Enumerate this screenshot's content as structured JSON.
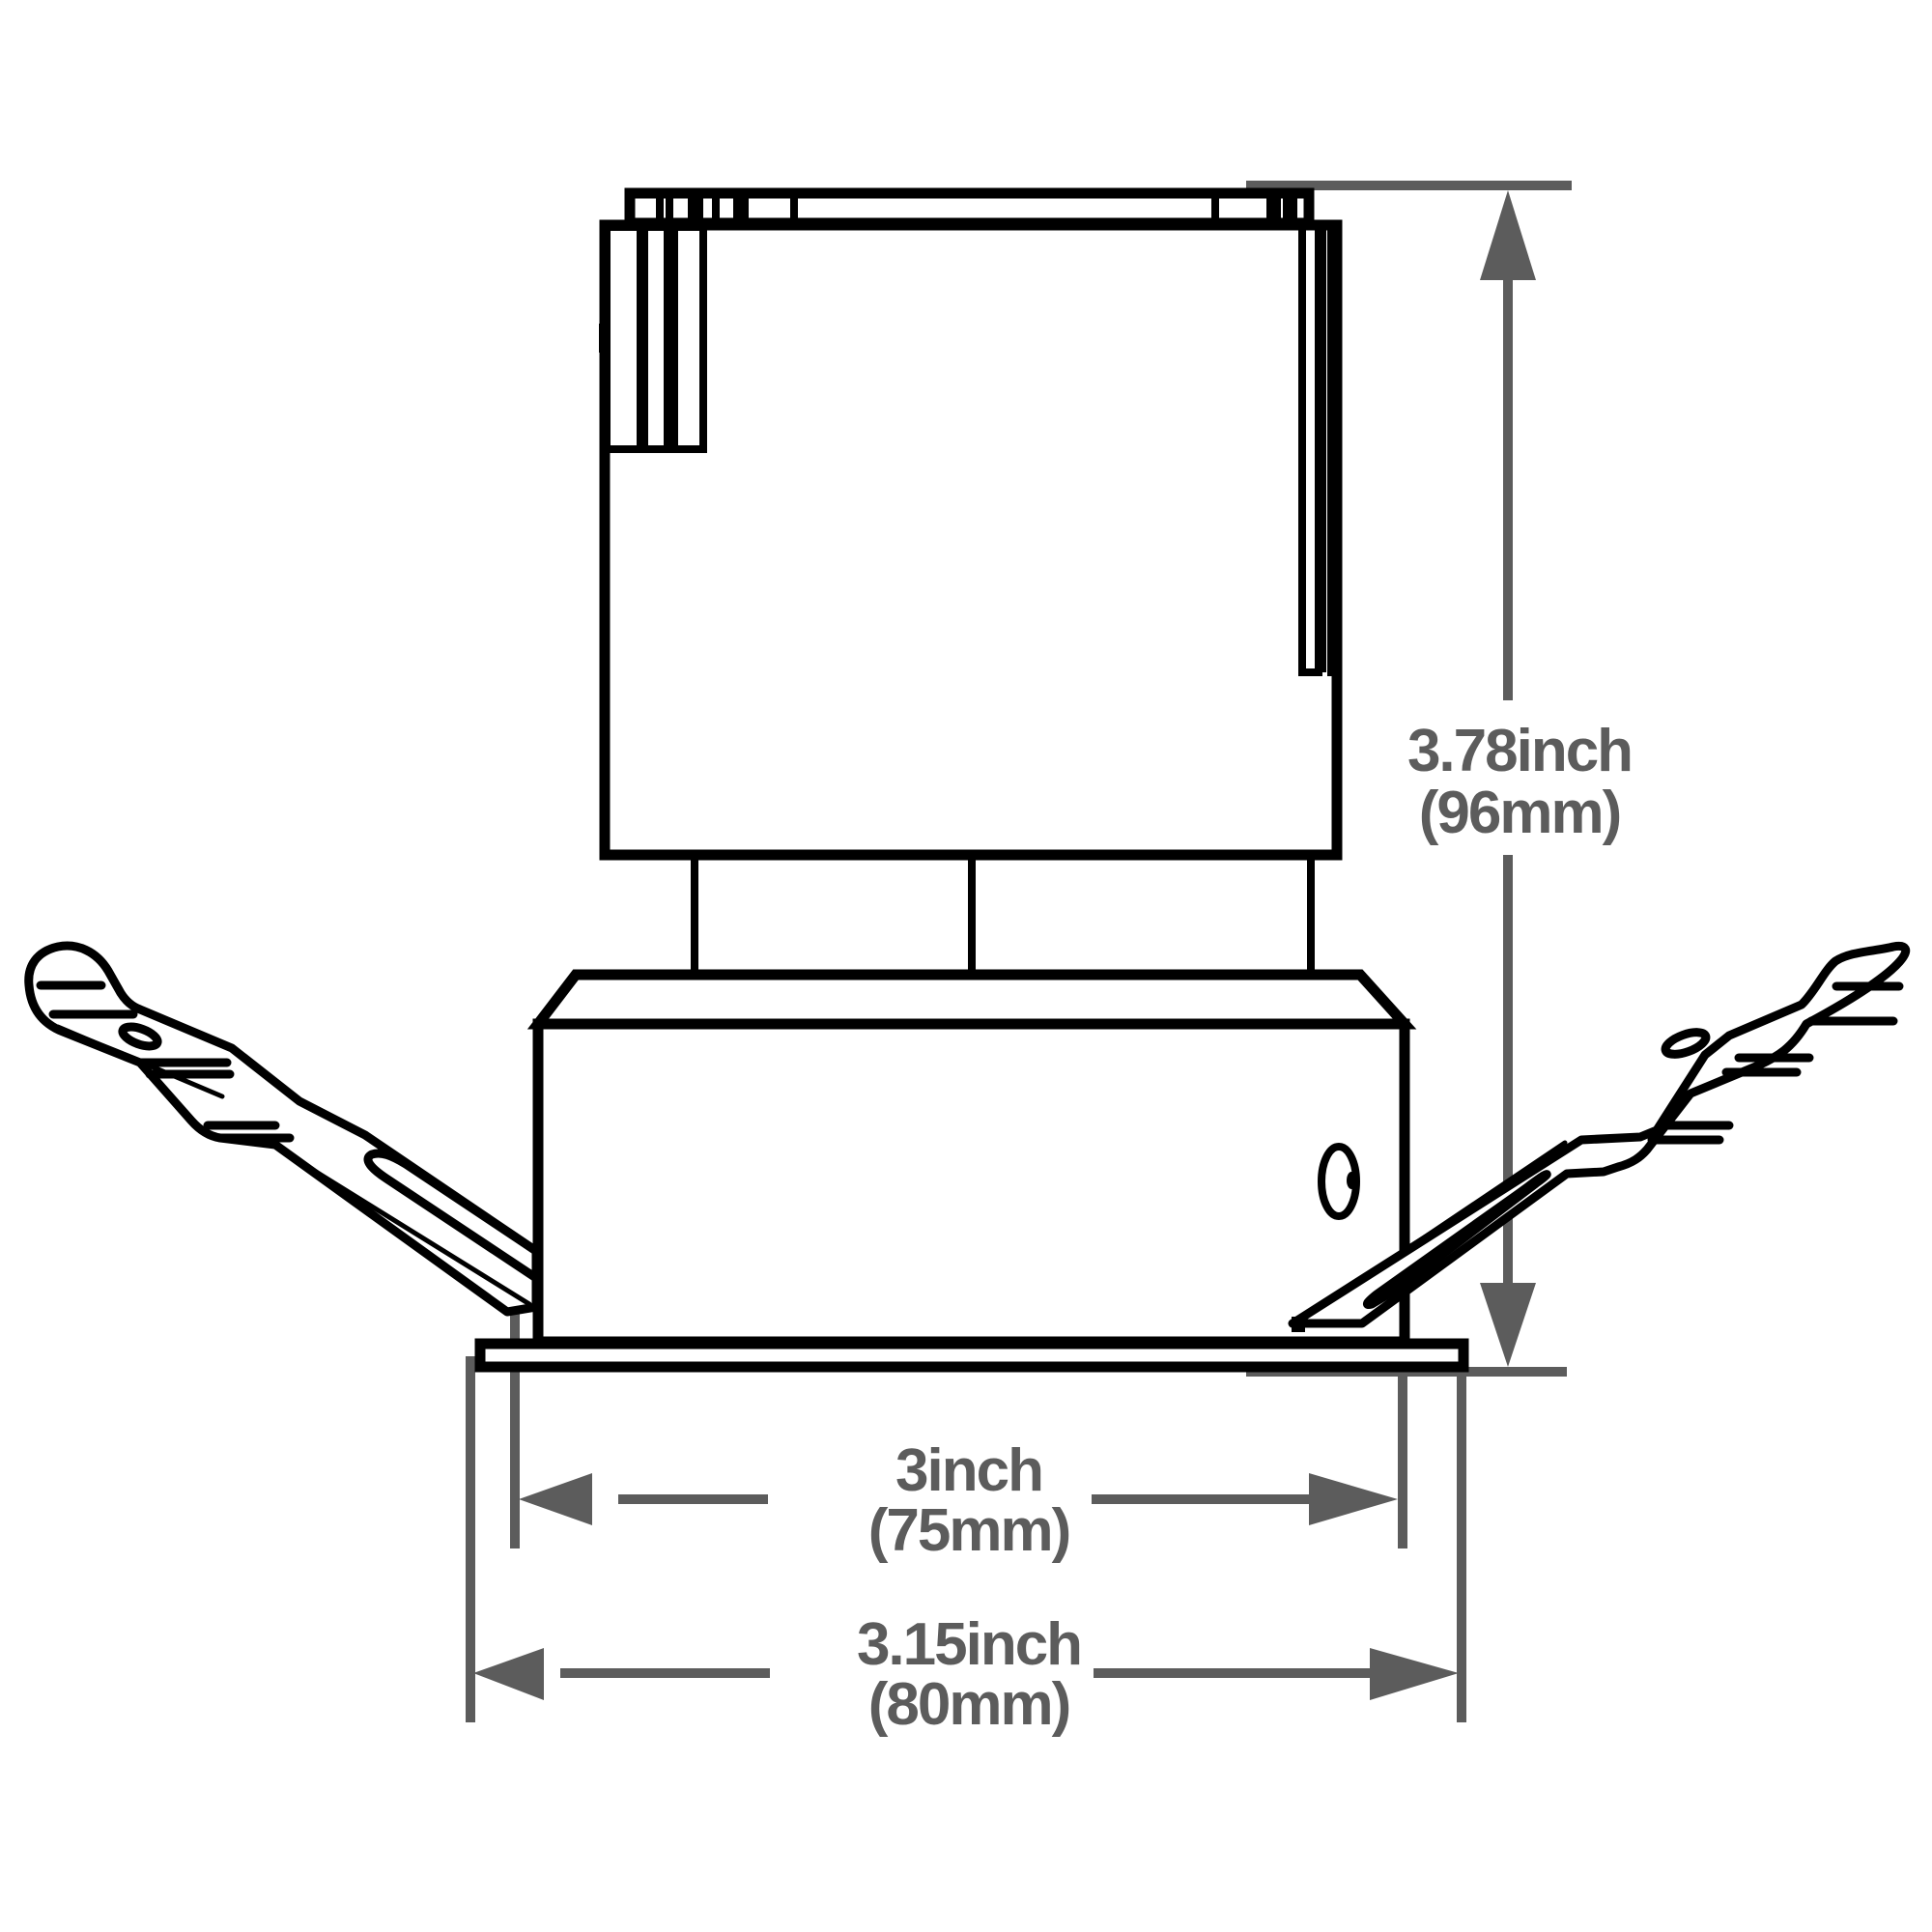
{
  "drawing": {
    "subject": "recessed downlight side elevation with spring clips",
    "line_color": "#000000",
    "dimension_color": "#5c5c5c",
    "background": "#ffffff"
  },
  "dimensions": {
    "height": {
      "label_imperial": "3.78inch",
      "label_metric": "(96mm)",
      "value_in": 3.78,
      "value_mm": 96,
      "orientation": "vertical"
    },
    "cutout": {
      "label_imperial": "3inch",
      "label_metric": "(75mm)",
      "value_in": 3,
      "value_mm": 75,
      "orientation": "horizontal"
    },
    "trim": {
      "label_imperial": "3.15inch",
      "label_metric": "(80mm)",
      "value_in": 3.15,
      "value_mm": 80,
      "orientation": "horizontal"
    }
  }
}
